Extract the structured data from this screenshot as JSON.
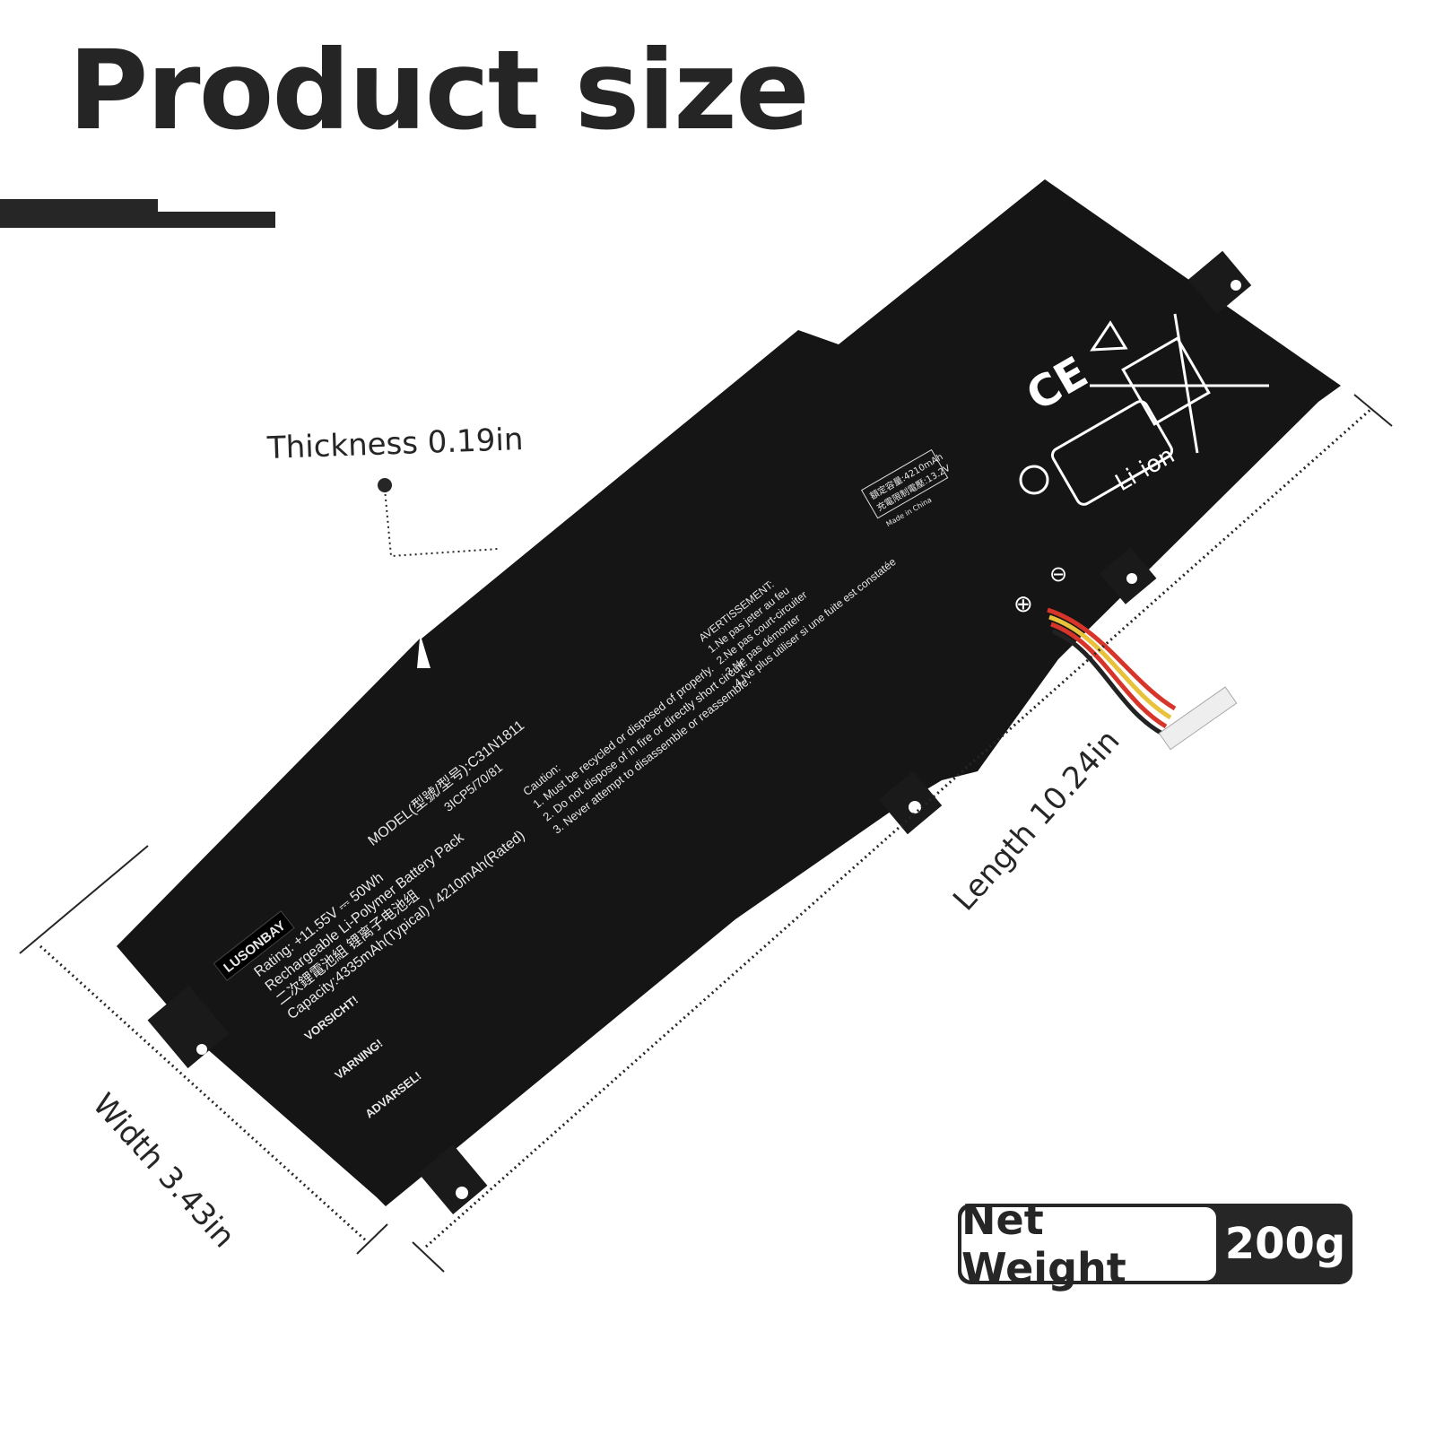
{
  "header": {
    "title": "Product size"
  },
  "dimensions": {
    "thickness": "Thickness 0.19in",
    "width": "Width 3.43in",
    "length": "Length 10.24in"
  },
  "weight": {
    "label": "Net Weight",
    "value": "200g"
  },
  "battery_label": {
    "brand": "LUSONBAY",
    "model": "MODEL(型號/型号):C31N1811",
    "cells": "3ICP5/70/81",
    "rating": "Rating: +11.55V ⎓ 50Wh",
    "type": "Rechargeable Li-Polymer Battery Pack",
    "type_cn": "二次鋰電池組 锂离子电池组",
    "capacity": "Capacity:4335mAh(Typical) / 4210mAh(Rated)",
    "vorsicht": "VORSICHT!",
    "varning": "VARNING!",
    "advarsel": "ADVARSEL!",
    "caution": "Caution:",
    "caution_1": "1. Must be recycled or disposed of properly.",
    "caution_2": "2. Do not dispose of in fire or directly short circuit.",
    "caution_3": "3. Never attempt to disassemble or reassemble.",
    "avert": "AVERTISSEMENT:",
    "avert_1": "1.Ne pas jeter au feu",
    "avert_2": "2.Ne pas court-circuiter",
    "avert_3": "3.Ne pas démonter",
    "avert_4": "4.Ne plus utiliser si une fuite est constatée",
    "rated": "額定容量:4210mAh",
    "limit": "充電限制電壓:13.2V",
    "made": "Made in China",
    "liion": "Li-ion",
    "ce": "CE"
  },
  "colors": {
    "battery": "#151515",
    "text": "#262626",
    "wire_red": "#d8352a",
    "wire_yellow": "#e8c23a"
  }
}
